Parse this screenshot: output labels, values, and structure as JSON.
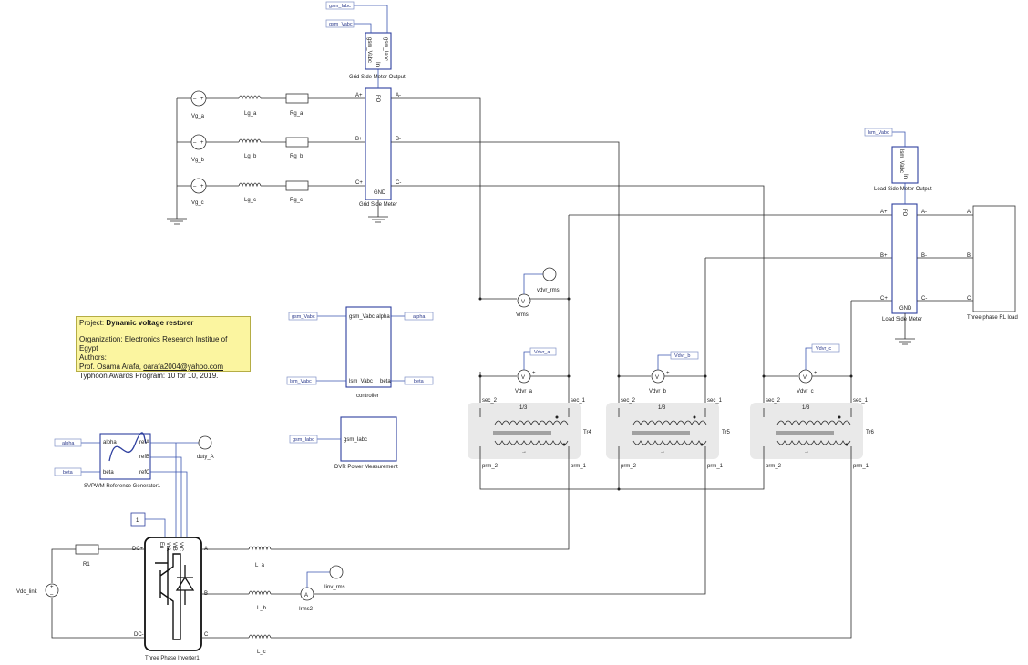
{
  "grid": {
    "sources": [
      "Vg_a",
      "Vg_b",
      "Vg_c"
    ],
    "inductors": [
      "Lg_a",
      "Lg_b",
      "Lg_c"
    ],
    "resistors": [
      "Rg_a",
      "Rg_b",
      "Rg_c"
    ],
    "meter_title": "Grid Side Meter",
    "meter_inputs": [
      "A+",
      "B+",
      "C+"
    ],
    "meter_outputs": [
      "A-",
      "B-",
      "C-"
    ],
    "meter_gnd": "GND",
    "meter_port": "FO",
    "output_title": "Grid Side Meter Output",
    "output_ports": [
      "gsm_Vabc",
      "gsm_Iabc",
      "In"
    ],
    "output_tags": [
      "gsm_Iabc",
      "gsm_Vabc"
    ]
  },
  "load": {
    "meter_title": "Load Side Meter",
    "meter_inputs": [
      "A+",
      "B+",
      "C+"
    ],
    "meter_outputs": [
      "A-",
      "B-",
      "C-"
    ],
    "meter_gnd": "GND",
    "meter_port": "FO",
    "output_title": "Load Side Meter Output",
    "output_ports": [
      "lsm_Vabc",
      "In"
    ],
    "output_tag": "lsm_Vabc",
    "rl_title": "Three phase RL load",
    "rl_ports": [
      "A",
      "B",
      "C"
    ]
  },
  "dvr": {
    "vrms_meter": "Vrms",
    "vrms_probe": "vdvr_rms",
    "voltmeters": [
      "Vdvr_a",
      "Vdvr_b",
      "Vdvr_c"
    ],
    "voltmeter_tags": [
      "Vdvr_a",
      "Vdvr_b",
      "Vdvr_c"
    ],
    "transformers": [
      "Tr4",
      "Tr5",
      "Tr6"
    ],
    "tr_ports": [
      "sec_2",
      "sec_1",
      "prm_2",
      "prm_1"
    ],
    "tr_ratio": "1/3"
  },
  "controller": {
    "title": "controller",
    "inputs": [
      "gsm_Vabc",
      "lsm_Vabc"
    ],
    "outputs": [
      "alpha",
      "beta"
    ],
    "in_tags": [
      "gsm_Vabc",
      "lsm_Vabc"
    ],
    "out_tags": [
      "alpha",
      "beta"
    ]
  },
  "power": {
    "title": "DVR Power Measurement",
    "input": "gsm_Iabc",
    "tag": "gsm_Iabc"
  },
  "svpwm": {
    "title": "SVPWM Reference Generator1",
    "inputs": [
      "alpha",
      "beta"
    ],
    "outputs": [
      "refA",
      "refB",
      "refC"
    ],
    "tags": [
      "alpha",
      "beta"
    ],
    "probe": "duty_A"
  },
  "inverter": {
    "title": "Three Phase Inverter1",
    "dc_ports": [
      "DC+",
      "DC-"
    ],
    "ac_ports": [
      "A",
      "B",
      "C"
    ],
    "ctrl_ports": [
      "En",
      "VrA",
      "VrB",
      "VrC"
    ],
    "const_value": "1",
    "dc_source": "Vdc_link",
    "resistor": "R1",
    "inductors": [
      "L_a",
      "L_b",
      "L_c"
    ],
    "ammeter": "Irms2",
    "probe": "Iinv_rms"
  },
  "note": {
    "project_label": "Project:",
    "project": "Dynamic voltage restorer",
    "organization": "Organization: Electronics Research Institue of Egypt",
    "authors_label": "Authors:",
    "author_prefix": "Prof. Osama Arafa,",
    "author_email": "oarafa2004@yahoo.com",
    "program": "Typhoon Awards Program: 10 for 10, 2019."
  },
  "colors": {
    "wire": "#2a2a2a",
    "block_border": "#2e3f9e",
    "note_bg": "#fbf5a0",
    "transformer_bg": "#e9e9e9"
  }
}
